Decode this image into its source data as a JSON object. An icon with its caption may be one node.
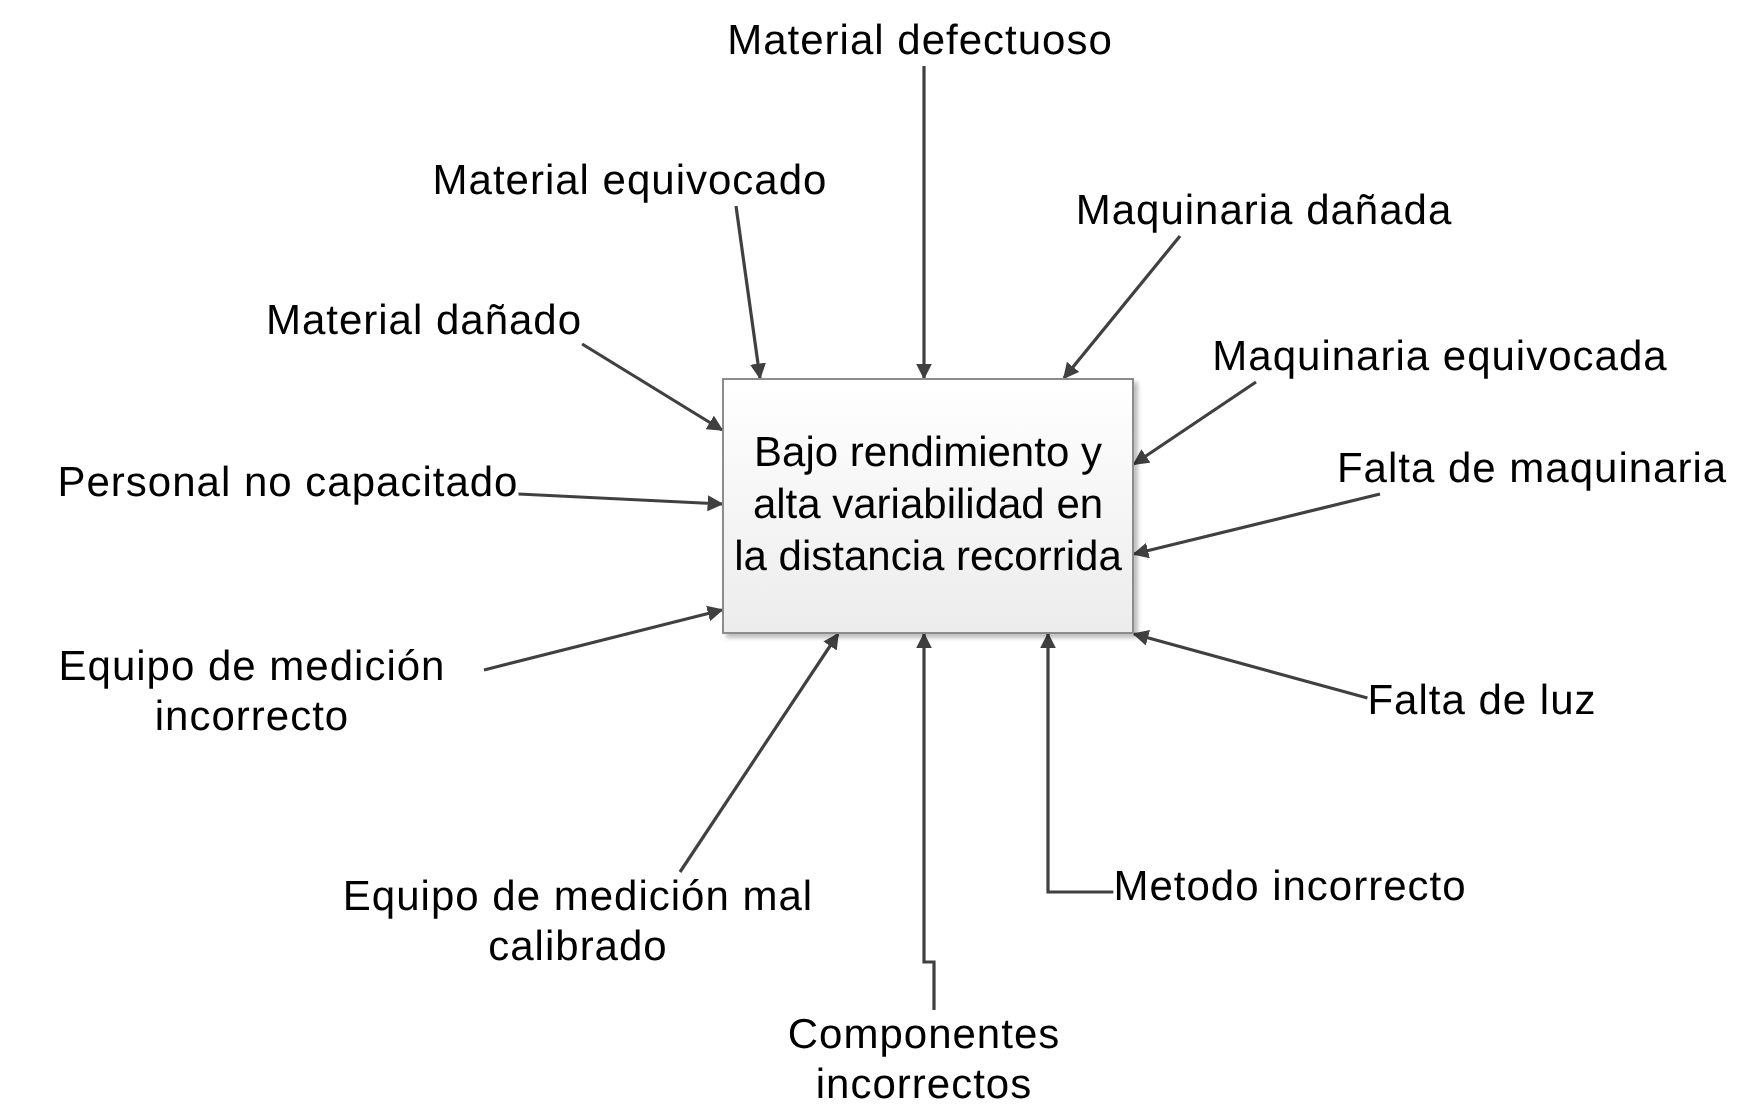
{
  "diagram": {
    "nodes": [
      {
        "text": [
          "Bajo rendimiento y alta variabilidad en la distancia recorrida"
        ]
      },
      {
        "text": [
          "Material defectuoso"
        ]
      },
      {
        "text": [
          "Material equivocado"
        ]
      },
      {
        "text": [
          "Maquinaria dañada"
        ]
      },
      {
        "text": [
          "Material dañado"
        ]
      },
      {
        "text": [
          "Maquinaria equivocada"
        ]
      },
      {
        "text": [
          "Personal no capacitado"
        ]
      },
      {
        "text": [
          "Falta de maquinaria"
        ]
      },
      {
        "text": [
          "Equipo de medición incorrecto"
        ]
      },
      {
        "text": [
          "Falta de luz"
        ]
      },
      {
        "text": [
          "Equipo de medición mal calibrado"
        ]
      },
      {
        "text": [
          "Metodo incorrecto"
        ]
      },
      {
        "text": [
          "Componentes incorrectos"
        ]
      }
    ],
    "edges": [
      {
        "from": 1,
        "to": 0,
        "arrow": "to"
      },
      {
        "from": 2,
        "to": 0,
        "arrow": "to"
      },
      {
        "from": 3,
        "to": 0,
        "arrow": "to"
      },
      {
        "from": 4,
        "to": 0,
        "arrow": "to"
      },
      {
        "from": 5,
        "to": 0,
        "arrow": "to"
      },
      {
        "from": 6,
        "to": 0,
        "arrow": "to"
      },
      {
        "from": 7,
        "to": 0,
        "arrow": "to"
      },
      {
        "from": 8,
        "to": 0,
        "arrow": "to"
      },
      {
        "from": 9,
        "to": 0,
        "arrow": "to"
      },
      {
        "from": 10,
        "to": 0,
        "arrow": "to"
      },
      {
        "from": 11,
        "to": 0,
        "arrow": "to"
      },
      {
        "from": 12,
        "to": 0,
        "arrow": "to"
      }
    ]
  }
}
